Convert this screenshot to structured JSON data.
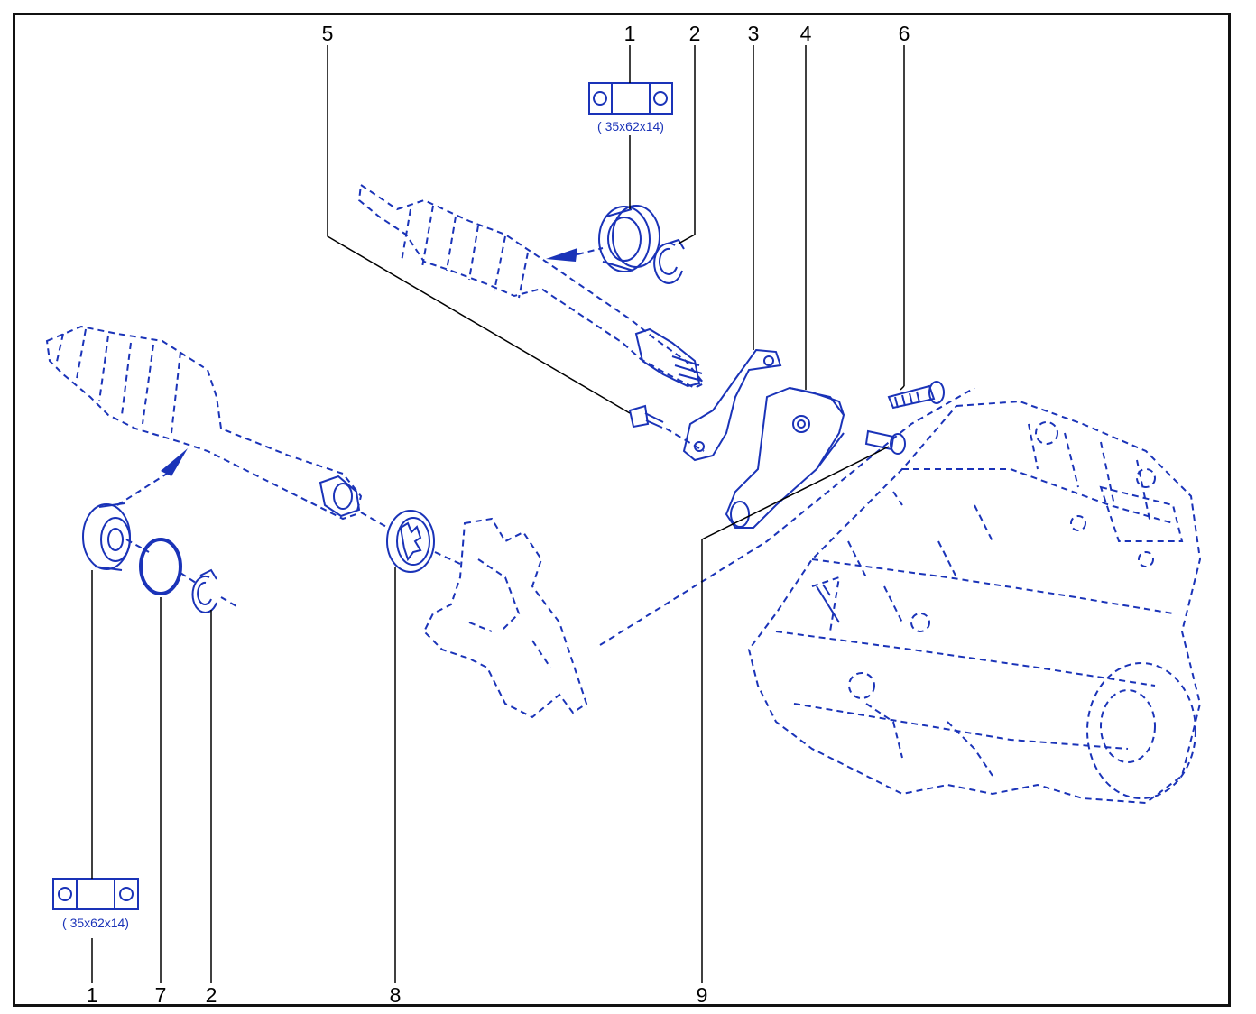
{
  "colors": {
    "line": "#1a33b8",
    "leader": "#000000",
    "frame": "#111111"
  },
  "callouts": {
    "top_1": "1",
    "top_2": "2",
    "top_3": "3",
    "top_4": "4",
    "top_5": "5",
    "top_6": "6",
    "bottom_1": "1",
    "bottom_7": "7",
    "bottom_2": "2",
    "bottom_8": "8",
    "bottom_9": "9"
  },
  "bearing_spec_top": "( 35x62x14)",
  "bearing_spec_bottom": "( 35x62x14)"
}
